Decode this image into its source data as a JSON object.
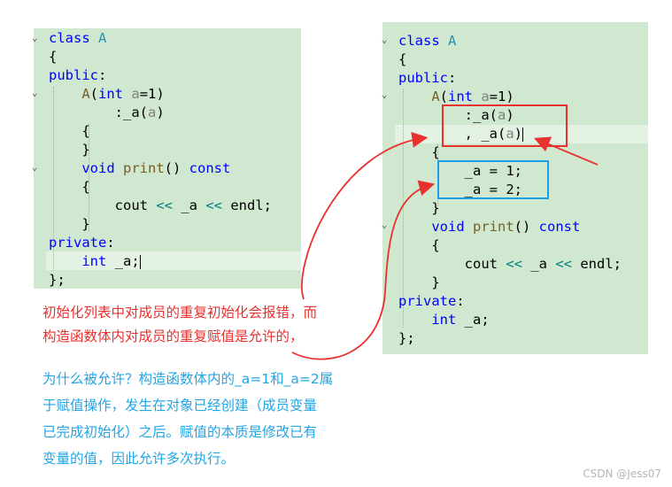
{
  "left_code": [
    {
      "parts": [
        {
          "t": "class ",
          "c": "kw"
        },
        {
          "t": "A",
          "c": "ty"
        }
      ]
    },
    {
      "parts": [
        {
          "t": "{"
        }
      ]
    },
    {
      "parts": [
        {
          "t": "public",
          "c": "kw"
        },
        {
          "t": ":"
        }
      ]
    },
    {
      "parts": [
        {
          "t": "    "
        },
        {
          "t": "A",
          "c": "fn"
        },
        {
          "t": "("
        },
        {
          "t": "int ",
          "c": "kw"
        },
        {
          "t": "a",
          "c": "pa"
        },
        {
          "t": "=1)"
        }
      ]
    },
    {
      "parts": [
        {
          "t": "        :_a("
        },
        {
          "t": "a",
          "c": "pa"
        },
        {
          "t": ")"
        }
      ]
    },
    {
      "parts": [
        {
          "t": "    {"
        }
      ]
    },
    {
      "parts": [
        {
          "t": "    }"
        }
      ]
    },
    {
      "parts": [
        {
          "t": "    "
        },
        {
          "t": "void ",
          "c": "kw"
        },
        {
          "t": "print",
          "c": "fn"
        },
        {
          "t": "() "
        },
        {
          "t": "const",
          "c": "kw"
        }
      ]
    },
    {
      "parts": [
        {
          "t": "    {"
        }
      ]
    },
    {
      "parts": [
        {
          "t": "        cout "
        },
        {
          "t": "<<",
          "c": "op"
        },
        {
          "t": " _a "
        },
        {
          "t": "<<",
          "c": "op"
        },
        {
          "t": " endl;"
        }
      ]
    },
    {
      "parts": [
        {
          "t": "    }"
        }
      ]
    },
    {
      "parts": [
        {
          "t": "private",
          "c": "kw"
        },
        {
          "t": ":"
        }
      ]
    },
    {
      "parts": [
        {
          "t": "    "
        },
        {
          "t": "int ",
          "c": "kw"
        },
        {
          "t": "_a;"
        }
      ],
      "cursor": true
    },
    {
      "parts": [
        {
          "t": "};"
        }
      ]
    }
  ],
  "right_code": [
    {
      "parts": [
        {
          "t": "class ",
          "c": "kw"
        },
        {
          "t": "A",
          "c": "ty"
        }
      ]
    },
    {
      "parts": [
        {
          "t": "{"
        }
      ]
    },
    {
      "parts": [
        {
          "t": "public",
          "c": "kw"
        },
        {
          "t": ":"
        }
      ]
    },
    {
      "parts": [
        {
          "t": "    "
        },
        {
          "t": "A",
          "c": "fn"
        },
        {
          "t": "("
        },
        {
          "t": "int ",
          "c": "kw"
        },
        {
          "t": "a",
          "c": "pa"
        },
        {
          "t": "=1)"
        }
      ]
    },
    {
      "parts": [
        {
          "t": "        :_a("
        },
        {
          "t": "a",
          "c": "pa"
        },
        {
          "t": ")"
        }
      ]
    },
    {
      "parts": [
        {
          "t": "        , _a("
        },
        {
          "t": "a",
          "c": "pa"
        },
        {
          "t": ")"
        }
      ],
      "cursor": true
    },
    {
      "parts": [
        {
          "t": "    {"
        }
      ]
    },
    {
      "parts": [
        {
          "t": "        _a = 1;"
        }
      ]
    },
    {
      "parts": [
        {
          "t": "        _a = 2;"
        }
      ]
    },
    {
      "parts": [
        {
          "t": "    }"
        }
      ]
    },
    {
      "parts": [
        {
          "t": "    "
        },
        {
          "t": "void ",
          "c": "kw"
        },
        {
          "t": "print",
          "c": "fn"
        },
        {
          "t": "() "
        },
        {
          "t": "const",
          "c": "kw"
        }
      ]
    },
    {
      "parts": [
        {
          "t": "    {"
        }
      ]
    },
    {
      "parts": [
        {
          "t": "        cout "
        },
        {
          "t": "<<",
          "c": "op"
        },
        {
          "t": " _a "
        },
        {
          "t": "<<",
          "c": "op"
        },
        {
          "t": " endl;"
        }
      ]
    },
    {
      "parts": [
        {
          "t": "    }"
        }
      ]
    },
    {
      "parts": [
        {
          "t": "private",
          "c": "kw"
        },
        {
          "t": ":"
        }
      ]
    },
    {
      "parts": [
        {
          "t": "    "
        },
        {
          "t": "int ",
          "c": "kw"
        },
        {
          "t": "_a;"
        }
      ]
    },
    {
      "parts": [
        {
          "t": "};"
        }
      ]
    }
  ],
  "note_red": [
    "初始化列表中对成员的重复初始化会报错，而",
    "构造函数体内对成员的重复赋值是允许的，"
  ],
  "note_blue": [
    "为什么被允许？构造函数体内的_a=1和_a=2属",
    "于赋值操作，发生在对象已经创建（成员变量",
    "已完成初始化）之后。赋值的本质是修改已有",
    "变量的值，因此允许多次执行。"
  ],
  "watermark": "CSDN @Jess07",
  "colors": {
    "panel": "#cfe8cf",
    "annotation_red": "#e8322f",
    "annotation_blue": "#22a6e6"
  },
  "icons": {
    "fold_marker": "chevron-down-icon",
    "arrow": "arrow-icon"
  }
}
